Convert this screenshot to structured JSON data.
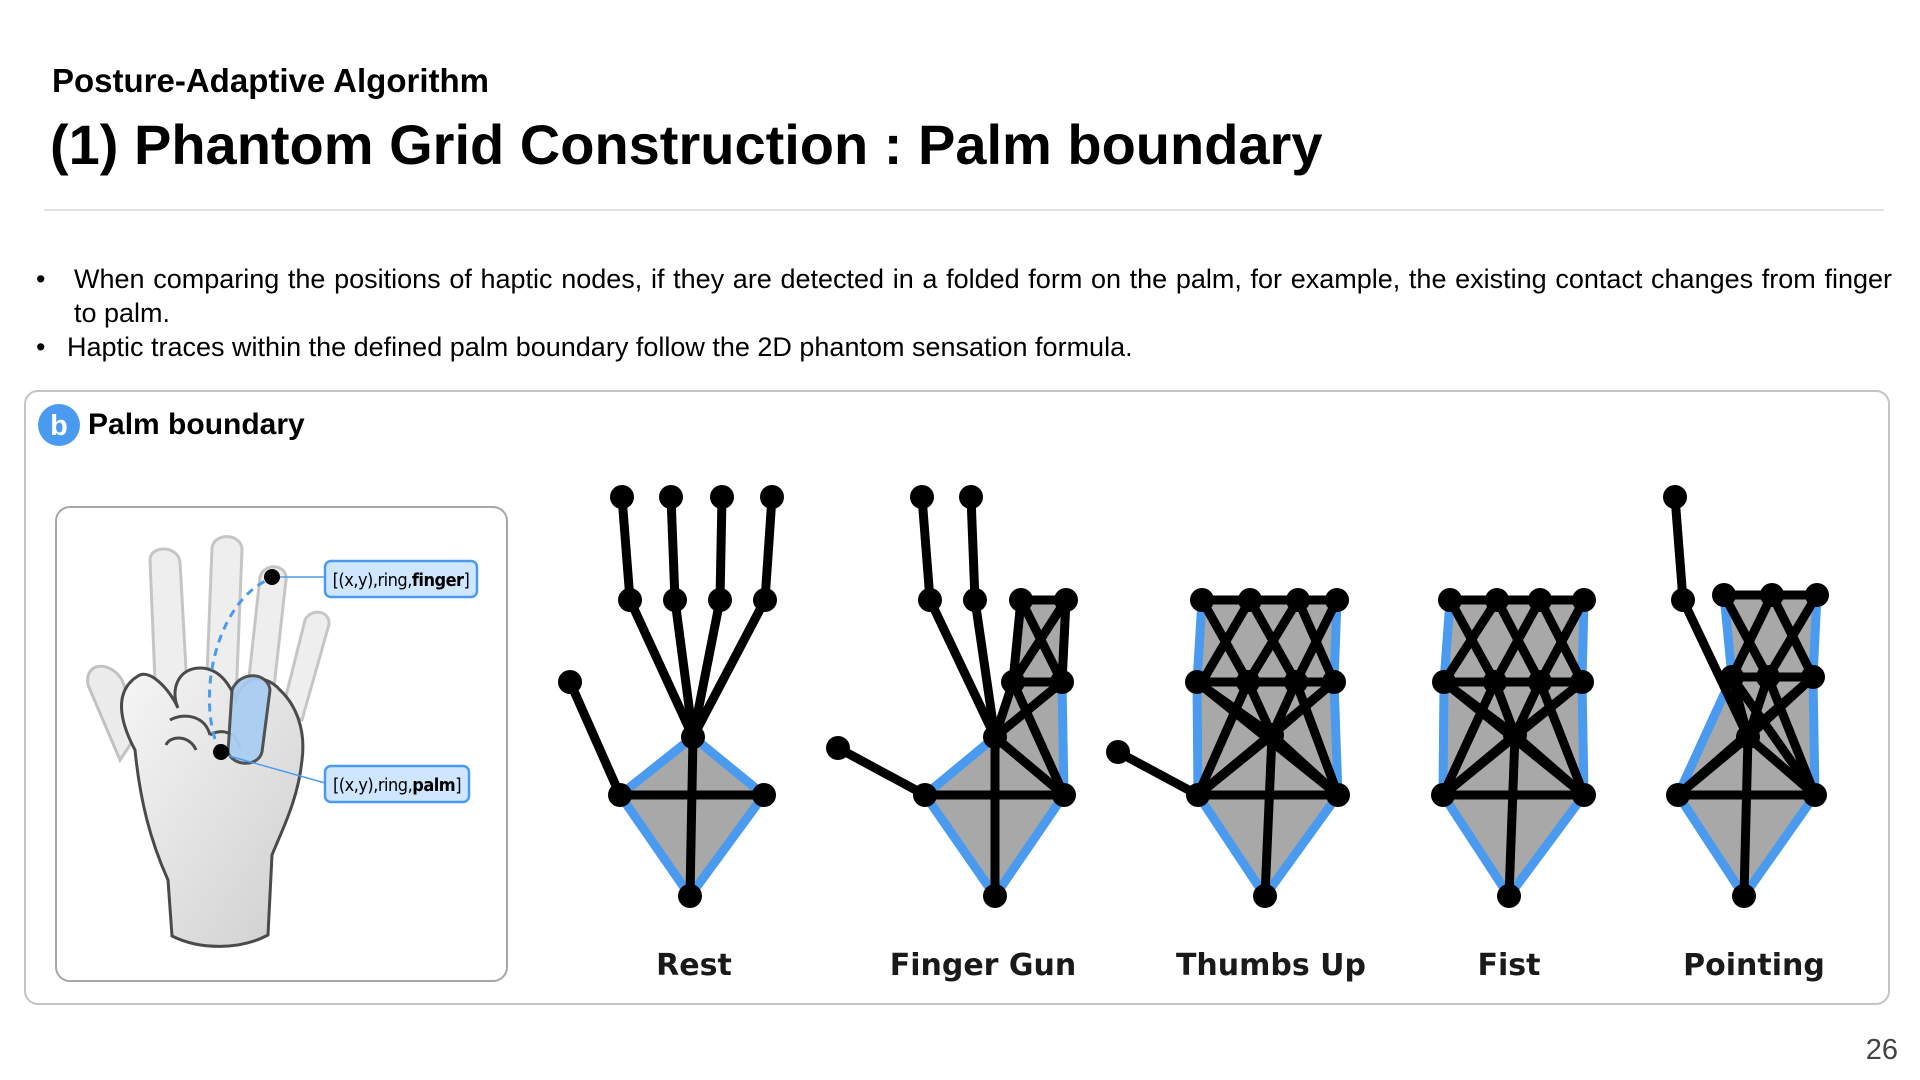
{
  "header": {
    "subtitle": "Posture-Adaptive Algorithm",
    "title": "(1) Phantom Grid Construction : Palm boundary"
  },
  "bullets": [
    "When comparing the positions of haptic nodes, if they are detected in a folded form on the palm, for example, the existing contact changes from finger to palm.",
    "Haptic traces within the defined palm boundary follow the 2D phantom sensation formula."
  ],
  "panel": {
    "badge_letter": "b",
    "heading": "Palm boundary",
    "hand_inset": {
      "finger_label_prefix": "[(x,y),ring,",
      "finger_label_bold": "finger",
      "finger_label_suffix": "]",
      "palm_label_prefix": "[(x,y),ring,",
      "palm_label_bold": "palm",
      "palm_label_suffix": "]"
    },
    "postures": [
      "Rest",
      "Finger Gun",
      "Thumbs Up",
      "Fist",
      "Pointing"
    ]
  },
  "colors": {
    "accent_blue": "#4a9bef",
    "boundary_fill": "#a8a8a8",
    "node_black": "#000000",
    "label_box_fill": "#cfe6ff"
  },
  "page_number": "26"
}
